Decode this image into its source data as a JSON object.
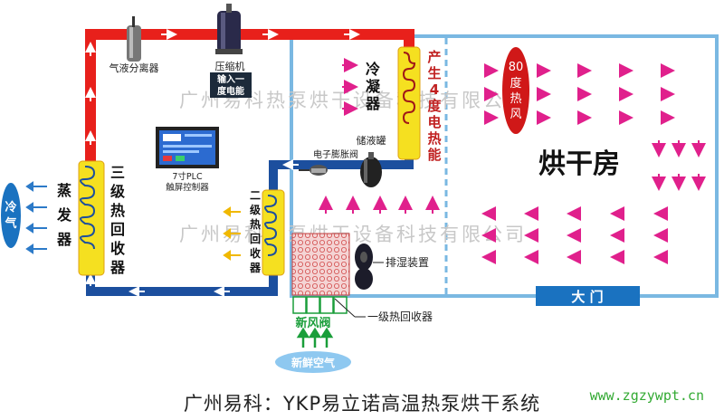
{
  "watermark": "广州易科热泵烘干设备科技有限公司",
  "labels": {
    "separator": "气液分离器",
    "compressor": "压缩机",
    "compressor_tag_1": "输入一",
    "compressor_tag_2": "度电能",
    "condenser": "冷凝器",
    "heat_side": "产生4度电热能",
    "hot_air": "80度热风",
    "drying_room": "烘干房",
    "plc_1": "7寸PLC",
    "plc_2": "触屏控制器",
    "expansion_valve": "电子膨胀阀",
    "receiver": "储液罐",
    "evaporator": "蒸发器",
    "recovery_3": "三级热回收器",
    "recovery_2": "二级热回收器",
    "cold_air": "冷气",
    "dehumidifier": "排湿装置",
    "recovery_1": "一级热回收器",
    "fresh_air_valve": "新风阀",
    "fresh_air": "新鲜空气",
    "gate": "大 门"
  },
  "footer": {
    "title": "广州易科：YKP易立诺高温热泵烘干系统",
    "url": "www.zgzywpt.cn"
  },
  "colors": {
    "hot_pipe": "#e8201b",
    "cold_pipe": "#1c4f9e",
    "coil": "#f5e020",
    "room_border": "#7ab8e2",
    "arrow_magenta": "#e0208c",
    "fresh_green": "#1a9e3a",
    "label_blue": "#1a4fb0"
  }
}
